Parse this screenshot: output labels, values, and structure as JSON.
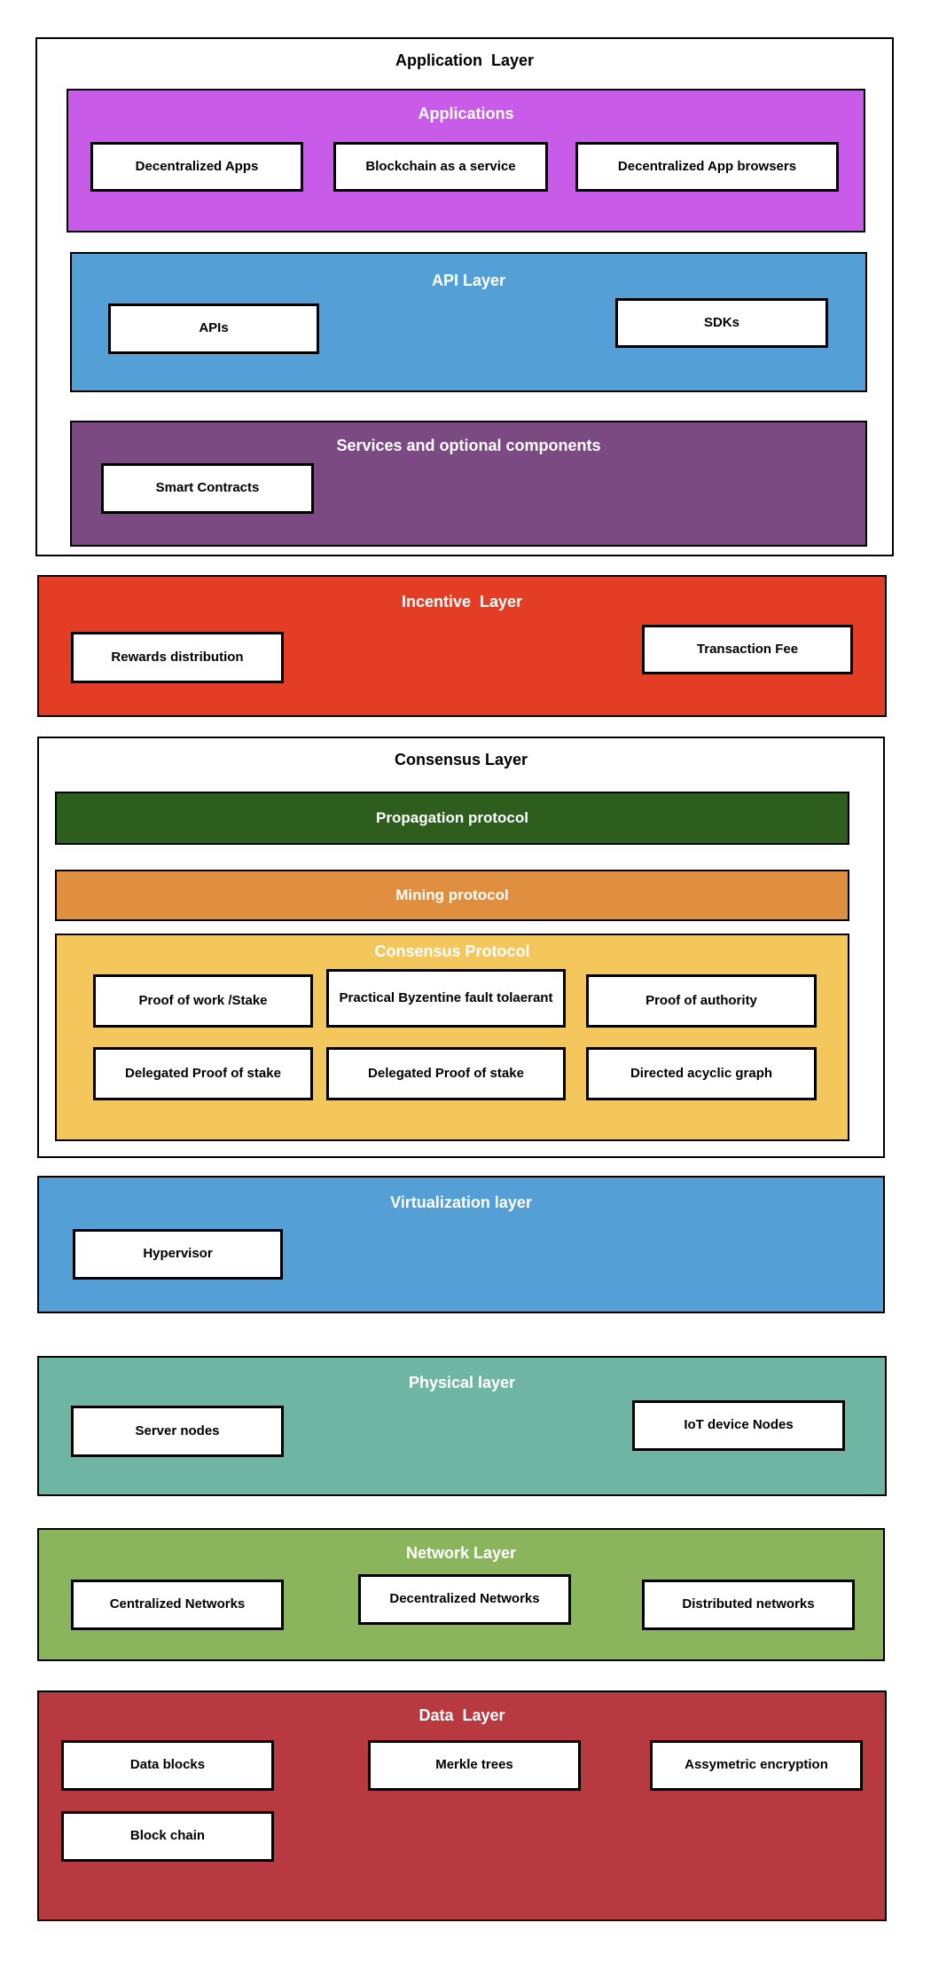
{
  "application_layer": {
    "title": "Application  Layer",
    "applications": {
      "title": "Applications",
      "color": "#C85CE8",
      "boxes": [
        "Decentralized Apps",
        "Blockchain as a service",
        "Decentralized App browsers"
      ]
    },
    "api_layer": {
      "title": "API Layer",
      "color": "#54A0D6",
      "boxes": [
        "APIs",
        "SDKs"
      ]
    },
    "services": {
      "title": "Services and optional components",
      "color": "#7B4A83",
      "boxes": [
        "Smart Contracts"
      ]
    }
  },
  "incentive_layer": {
    "title": "Incentive  Layer",
    "color": "#E33E25",
    "boxes": [
      "Rewards distribution",
      "Transaction Fee"
    ]
  },
  "consensus_layer": {
    "title": "Consensus Layer",
    "propagation": {
      "title": "Propagation protocol",
      "color": "#2D5E1E"
    },
    "mining": {
      "title": "Mining protocol",
      "color": "#E08E3F"
    },
    "consensus_protocol": {
      "title": "Consensus Protocol",
      "color": "#F3C75B",
      "boxes": [
        "Proof of work /Stake",
        "Practical Byzentine fault tolaerant",
        "Proof of authority",
        "Delegated Proof of stake",
        "Delegated Proof of stake",
        "Directed acyclic graph"
      ]
    }
  },
  "virtualization_layer": {
    "title": "Virtualization layer",
    "color": "#54A0D6",
    "boxes": [
      "Hypervisor"
    ]
  },
  "physical_layer": {
    "title": "Physical layer",
    "color": "#6FB5A3",
    "boxes": [
      "Server nodes",
      "IoT device Nodes"
    ]
  },
  "network_layer": {
    "title": "Network Layer",
    "color": "#8AB55C",
    "boxes": [
      "Centralized Networks",
      "Decentralized Networks",
      "Distributed networks"
    ]
  },
  "data_layer": {
    "title": "Data  Layer",
    "color": "#B73A40",
    "boxes": [
      "Data blocks",
      "Merkle trees",
      "Assymetric encryption",
      "Block chain"
    ]
  }
}
